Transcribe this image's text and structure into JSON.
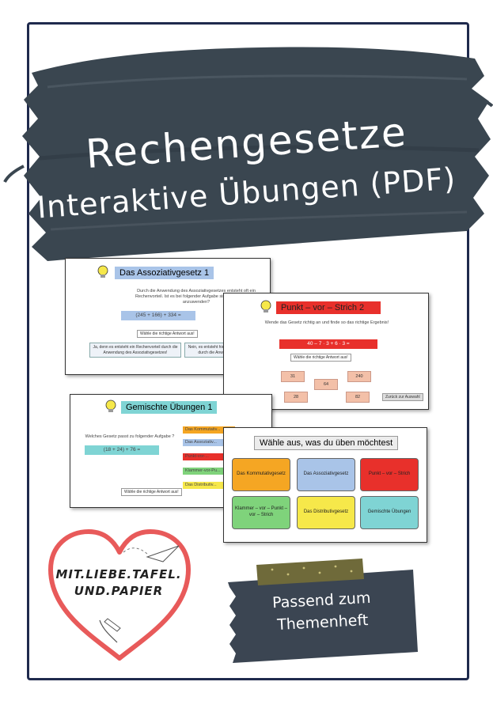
{
  "title": {
    "line1": "Rechengesetze",
    "line2": "Interaktive Übungen (PDF)"
  },
  "slide1": {
    "heading": "Das Assoziativgesetz 1",
    "text": "Durch die Anwendung des Assoziativgesetzes entsteht oft ein Rechenvorteil. Ist es bei folgender Aufgabe sinnvoll das Gesetz anzuwenden?",
    "task": "(245 + 166) + 334 =",
    "prompt": "Wähle die richtige Antwort aus!",
    "option_a": "Ja, denn es entsteht ein Rechenvorteil durch die Anwendung des Assoziativgesetzes!",
    "option_b": "Nein, es entsteht hierbei kein Rechenvorteil durch die Anwendung des Ass..."
  },
  "slide2": {
    "heading": "Punkt – vor – Strich 2",
    "text": "Wende das Gesetz richtig an und finde so das richtige Ergebnis!",
    "task": "40 – 7 · 3 + 6 · 3 =",
    "prompt": "Wähle die richtige Antwort aus!",
    "answers": [
      "31",
      "64",
      "240",
      "28",
      "82"
    ],
    "back": "Zurück zur Auswahl"
  },
  "slide3": {
    "heading": "Gemischte Übungen 1",
    "text": "Welches Gesetz passt zu folgender Aufgabe ?",
    "task": "(18 + 24) + 76 =",
    "prompt": "Wähle die richtige Antwort aus!",
    "options": [
      "Das Kommutativ...",
      "Das Assoziativ...",
      "Punkt-vor-...",
      "Klammer-vor-Pu...",
      "Das Distributiv..."
    ]
  },
  "slide4": {
    "heading": "Wähle aus, was du üben möchtest",
    "options": [
      "Das Kommutativgesetz",
      "Das Assoziativgesetz",
      "Punkt – vor – Strich",
      "Klammer – vor – Punkt – vor – Strich",
      "Das Distributivgesetz",
      "Gemischte Übungen"
    ]
  },
  "brand": {
    "line1": "MIT.LIEBE.TAFEL.",
    "line2": "UND.PAPIER"
  },
  "badge": {
    "line1": "Passend zum",
    "line2": "Themenheft"
  },
  "colors": {
    "frame": "#1f2a4d",
    "brush": "#3a4650",
    "heart": "#e85a5a",
    "tape_dark": "#3b4552",
    "tape_olive": "#6f6a3a",
    "menu_orange": "#f5a623",
    "menu_blue": "#a9c4e8",
    "menu_red": "#e8302b",
    "menu_green": "#7fd37b",
    "menu_yellow": "#f6e84a",
    "menu_teal": "#7fd4d4"
  }
}
